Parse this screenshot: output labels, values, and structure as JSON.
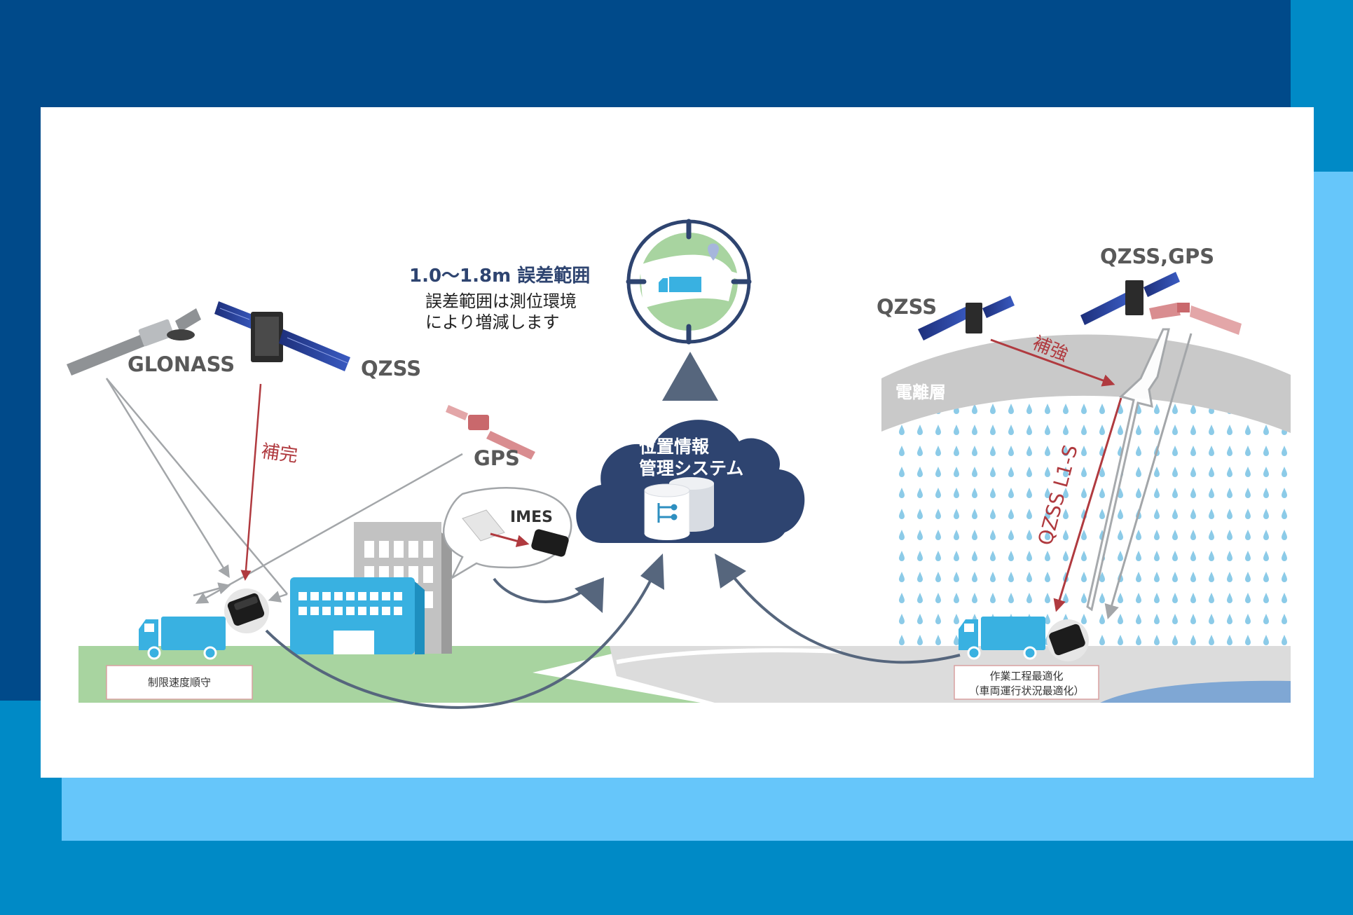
{
  "labels": {
    "glonass": "GLONASS",
    "qzss_left": "QZSS",
    "gps_left": "GPS",
    "hokan": "補完",
    "imes": "IMES",
    "error_range_title": "1.0～1.8m 誤差範囲",
    "error_note_line1": "誤差範囲は測位環境",
    "error_note_line2": "により増減します",
    "cloud_line1": "位置情報",
    "cloud_line2": "管理システム",
    "qzss_right": "QZSS",
    "qzss_gps_right": "QZSS,GPS",
    "hokyo": "補強",
    "ionosphere": "電離層",
    "qzss_l1s": "QZSS L1-S",
    "speed_limit": "制限速度順守",
    "work_process_line1": "作業工程最適化",
    "work_process_line2": "（車両運行状況最適化）"
  },
  "colors": {
    "navy": "#2e4470",
    "red_arrow": "#b03a3f",
    "gray_arrow": "#9ea2a6",
    "frame_dark_blue": "#004a8a",
    "frame_mid_blue": "#008ac6",
    "frame_light_blue": "#66c6fa",
    "building_blue": "#39b1e1",
    "grass_green": "#a8d4a0",
    "rain_blue": "#8ccbe8"
  },
  "icons": [
    "satellite-icon",
    "receiver-device-icon",
    "truck-icon",
    "building-icon",
    "cloud-icon",
    "database-icon",
    "target-reticle-icon",
    "beacon-icon"
  ]
}
